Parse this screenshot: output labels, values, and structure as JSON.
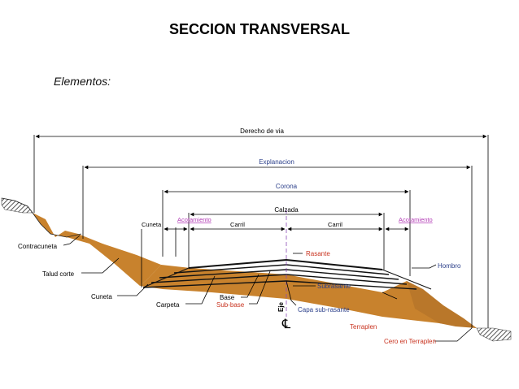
{
  "title": "SECCION TRANSVERSAL",
  "subtitle": "Elementos:",
  "colors": {
    "earth": "#c8822d",
    "pavement_stroke": "#111111",
    "label_black": "#000000",
    "label_blue": "#2b3f8a",
    "label_magenta": "#b23ab5",
    "label_red": "#c8321e",
    "hatch": "#555555"
  },
  "dimensions": {
    "derecho_de_via": "Derecho de via",
    "explanacion": "Explanacion",
    "corona": "Corona",
    "calzada": "Calzada",
    "cuneta_top": "Cuneta",
    "acotamiento_left": "Acotamiento",
    "carril_left": "Carril",
    "carril_right": "Carril",
    "acotamiento_right": "Acotamiento"
  },
  "labels": {
    "contracuneta": "Contracuneta",
    "talud_corte": "Talud corte",
    "cuneta": "Cuneta",
    "carpeta": "Carpeta",
    "base": "Base",
    "sub_base": "Sub-base",
    "eje": "Eje",
    "eje_symbol": "℄",
    "rasante": "Rasante",
    "subrasante": "Subrasante",
    "capa_sub_rasante": "Capa sub-rasante",
    "hombro": "Hombro",
    "terraplen": "Terraplen",
    "cero_en_terraplen": "Cero en Terraplen"
  }
}
